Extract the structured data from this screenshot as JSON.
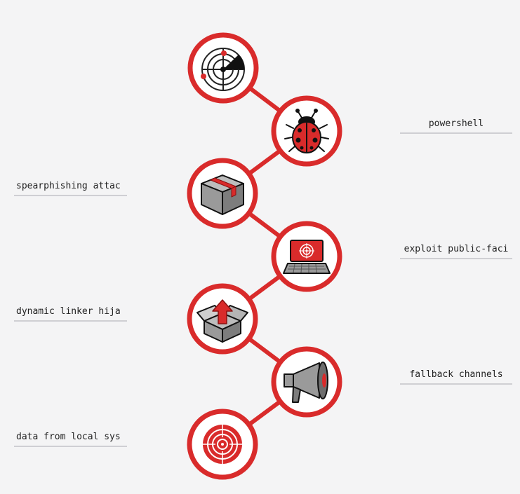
{
  "accent_color": "#d92b2b",
  "connector_color": "#d92b2b",
  "stages": [
    {
      "icon": "radar-icon",
      "label": ""
    },
    {
      "icon": "ladybug-icon",
      "label": "powershell"
    },
    {
      "icon": "package-box-icon",
      "label": "spearphishing attac"
    },
    {
      "icon": "laptop-target-icon",
      "label": "exploit public-faci"
    },
    {
      "icon": "open-box-upload-icon",
      "label": "dynamic linker hija"
    },
    {
      "icon": "megaphone-icon",
      "label": "fallback channels"
    },
    {
      "icon": "crosshair-target-icon",
      "label": "data from local sys"
    }
  ]
}
